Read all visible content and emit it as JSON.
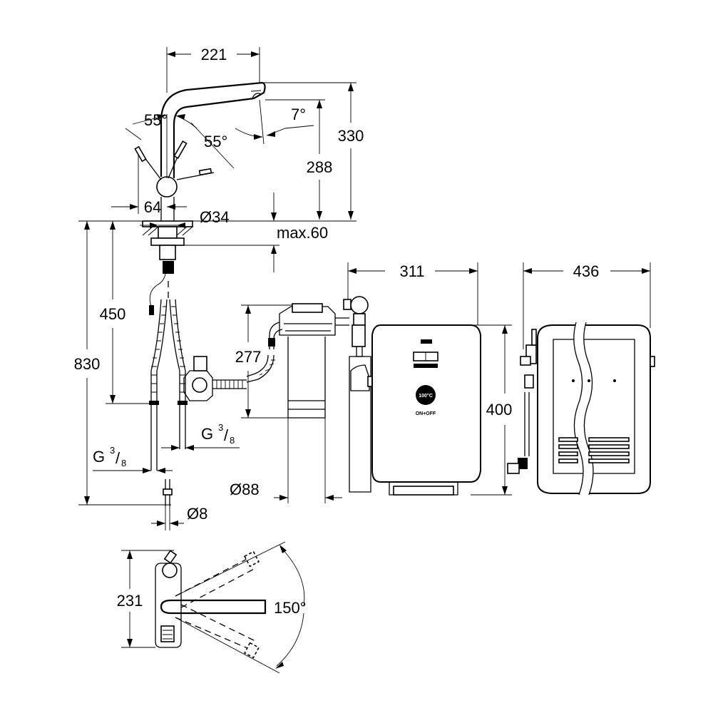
{
  "dimensions": {
    "spout_reach": "221",
    "height_total": "330",
    "height_outlet": "288",
    "outlet_angle": "7°",
    "lever_angle_left": "55°",
    "lever_angle_right": "55°",
    "base_width": "64",
    "base_diameter": "Ø34",
    "max_thickness": "max.60",
    "shank_length": "450",
    "total_length": "830",
    "filter_height": "277",
    "filter_diameter": "Ø88",
    "boiler_width": "311",
    "boiler_height": "400",
    "boiler_depth": "436",
    "hose_diameter": "Ø8",
    "swivel_depth": "231",
    "swivel_angle": "150°"
  },
  "threads": {
    "right": {
      "prefix": "G",
      "numerator": "3",
      "denominator": "8"
    },
    "left": {
      "prefix": "G",
      "numerator": "3",
      "denominator": "8"
    }
  },
  "boiler_labels": {
    "badge_text": "100°C",
    "small_label": "ON+OFF"
  }
}
